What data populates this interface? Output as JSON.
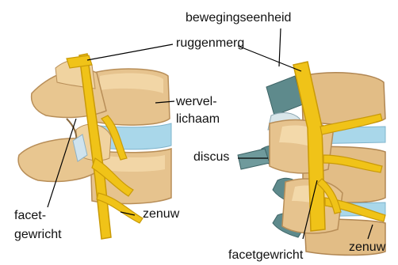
{
  "labels": {
    "bewegingseenheid": "bewegingseenheid",
    "ruggenmerg": "ruggenmerg",
    "wervel": "wervel-",
    "lichaam": "lichaam",
    "discus": "discus",
    "facet_line1": "facet-",
    "facet_line2": "gewricht",
    "zenuw_left": "zenuw",
    "facetgewricht": "facetgewricht",
    "zenuw_right": "zenuw"
  },
  "colors": {
    "bone": "#e6c38e",
    "bone_light": "#f6deb1",
    "bone_shadow": "#b88e58",
    "disc": "#a9d7ea",
    "nerve": "#f0c318",
    "nerve_dark": "#c99a08",
    "ligament": "#5e8a8c",
    "leader_line": "#000000"
  },
  "icons": {
    "left_illustration": "spine-segment-side-view",
    "right_illustration": "spine-segment-oblique-view"
  }
}
